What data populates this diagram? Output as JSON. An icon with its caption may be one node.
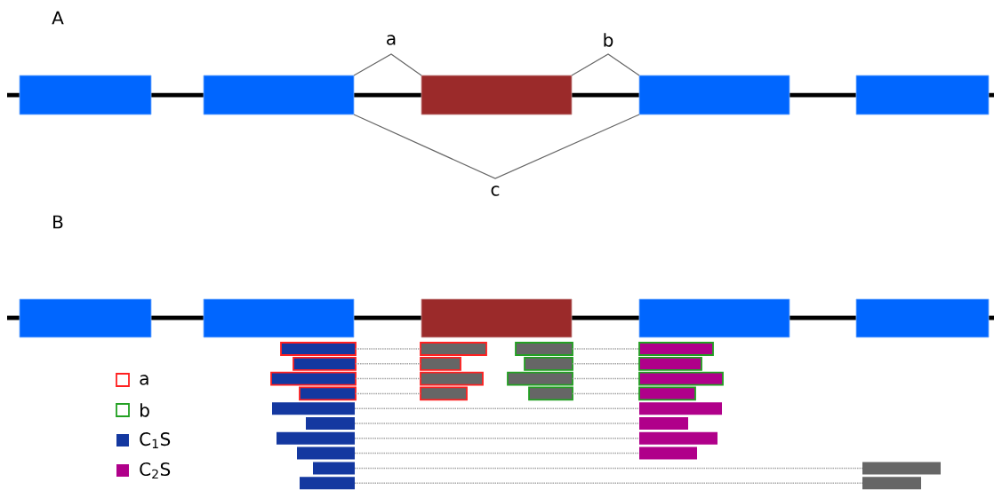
{
  "diagram": {
    "nodes": [
      {
        "text": [],
        "shape": "box"
      },
      {
        "text": [],
        "shape": "box"
      },
      {
        "text": [],
        "shape": "box"
      },
      {
        "text": [],
        "shape": "box"
      },
      {
        "text": [],
        "shape": "box"
      },
      {
        "text": [],
        "shape": "box"
      },
      {
        "text": [],
        "shape": "box"
      },
      {
        "text": [],
        "shape": "box"
      },
      {
        "text": [],
        "shape": "box"
      },
      {
        "text": [],
        "shape": "box"
      },
      {
        "text": [],
        "shape": "bar"
      },
      {
        "text": [],
        "shape": "bar"
      },
      {
        "text": [],
        "shape": "bar"
      },
      {
        "text": [],
        "shape": "bar"
      },
      {
        "text": [],
        "shape": "bar"
      },
      {
        "text": [],
        "shape": "bar"
      },
      {
        "text": [],
        "shape": "bar"
      },
      {
        "text": [],
        "shape": "bar"
      },
      {
        "text": [],
        "shape": "bar"
      },
      {
        "text": [],
        "shape": "bar"
      },
      {
        "text": [],
        "shape": "bar"
      },
      {
        "text": [],
        "shape": "bar"
      },
      {
        "text": [],
        "shape": "bar"
      },
      {
        "text": [],
        "shape": "bar"
      },
      {
        "text": [],
        "shape": "bar"
      },
      {
        "text": [],
        "shape": "bar"
      },
      {
        "text": [],
        "shape": "bar"
      },
      {
        "text": [],
        "shape": "bar"
      },
      {
        "text": [],
        "shape": "bar"
      },
      {
        "text": [],
        "shape": "bar"
      },
      {
        "text": [],
        "shape": "bar"
      },
      {
        "text": [],
        "shape": "bar"
      },
      {
        "text": [],
        "shape": "bar"
      },
      {
        "text": [],
        "shape": "bar"
      },
      {
        "text": [],
        "shape": "bar"
      },
      {
        "text": [],
        "shape": "bar"
      },
      {
        "text": [],
        "shape": "bar"
      },
      {
        "text": [],
        "shape": "bar"
      }
    ],
    "edges": [
      {
        "from": 1,
        "to": 2,
        "arrow": "none",
        "label": "a"
      },
      {
        "from": 2,
        "to": 3,
        "arrow": "none",
        "label": "b"
      },
      {
        "from": 1,
        "to": 3,
        "arrow": "none",
        "label": "c"
      },
      {
        "from": 10,
        "to": 11,
        "arrow": "none",
        "style": "dashed"
      },
      {
        "from": 12,
        "to": 13,
        "arrow": "none",
        "style": "dashed"
      },
      {
        "from": 14,
        "to": 15,
        "arrow": "none",
        "style": "dashed"
      },
      {
        "from": 16,
        "to": 17,
        "arrow": "none",
        "style": "dashed"
      },
      {
        "from": 18,
        "to": 19,
        "arrow": "none",
        "style": "dashed"
      },
      {
        "from": 20,
        "to": 21,
        "arrow": "none",
        "style": "dashed"
      },
      {
        "from": 22,
        "to": 23,
        "arrow": "none",
        "style": "dashed"
      },
      {
        "from": 24,
        "to": 25,
        "arrow": "none",
        "style": "dashed"
      },
      {
        "from": 26,
        "to": 27,
        "arrow": "none",
        "style": "dashed"
      },
      {
        "from": 28,
        "to": 29,
        "arrow": "none",
        "style": "dashed"
      },
      {
        "from": 30,
        "to": 31,
        "arrow": "none",
        "style": "dashed"
      },
      {
        "from": 32,
        "to": 33,
        "arrow": "none",
        "style": "dashed"
      },
      {
        "from": 34,
        "to": 35,
        "arrow": "none",
        "style": "dashed"
      },
      {
        "from": 36,
        "to": 37,
        "arrow": "none",
        "style": "dashed"
      }
    ],
    "labels": [
      "A",
      "B"
    ],
    "legend": [
      {
        "text": "a",
        "color": "#ff2020"
      },
      {
        "text": "b",
        "color": "#22a022"
      },
      {
        "text": "C$_{1}$S",
        "color": "#1438a0"
      },
      {
        "text": "C$_{2}$S",
        "color": "#b0008a"
      }
    ]
  }
}
